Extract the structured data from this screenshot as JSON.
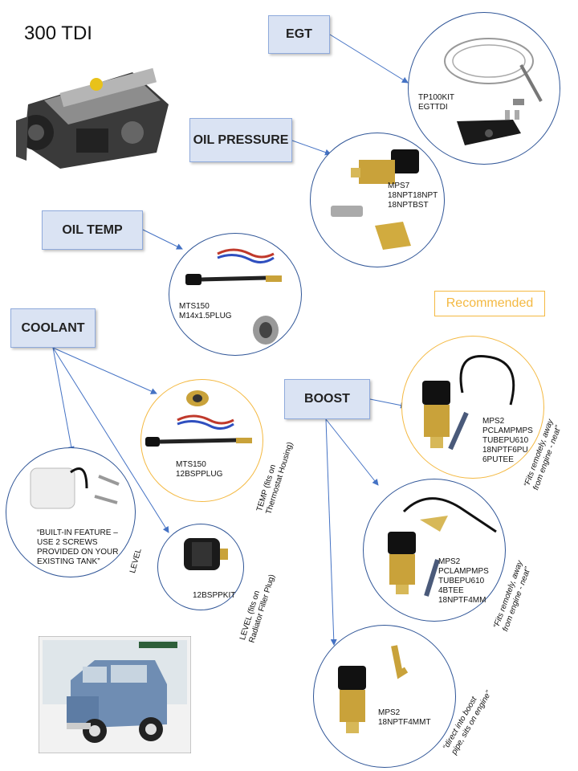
{
  "title": "300 TDI",
  "categories": {
    "egt": "EGT",
    "oil_pressure": "OIL PRESSURE",
    "oil_temp": "OIL TEMP",
    "coolant": "COOLANT",
    "boost": "BOOST"
  },
  "recommended": "Recommended",
  "parts": {
    "egt": "TP100KIT\nEGTTDI",
    "oil_pressure": "MPS7\n18NPT18NPT\n18NPTBST",
    "oil_temp": "MTS150\nM14x1.5PLUG",
    "coolant_temp": "MTS150\n12BSPPLUG",
    "coolant_level": "12BSPPKIT",
    "coolant_builtin": "“BUILT-IN FEATURE –\nUSE 2 SCREWS\nPROVIDED ON YOUR\nEXISTING TANK”",
    "boost_1": "MPS2\nPCLAMPMPS\nTUBEPU610\n18NPTF6PU\n6PUTEE",
    "boost_2": "MPS2\nPCLAMPMPS\nTUBEPU610\n4BTEE\n18NPTF4MM",
    "boost_3": "MPS2\n18NPTF4MMT"
  },
  "notes": {
    "temp_housing": "TEMP (fits on\nThermostat Housing)",
    "level_builtin": "LEVEL",
    "level_filler": "LEVEL (fits on\nRadiator Filler Plug)",
    "boost_1": "“Fits remotely, away\nfrom engine - neat”",
    "boost_2": "“Fits remotely, away\nfrom engine - neat”",
    "boost_3": "“direct into boost\npipe, sits on engine”"
  },
  "colors": {
    "box_fill": "#dae3f3",
    "box_border": "#8faadc",
    "circle_border": "#2f5597",
    "recommended": "#f4b942",
    "arrow": "#4472c4"
  }
}
